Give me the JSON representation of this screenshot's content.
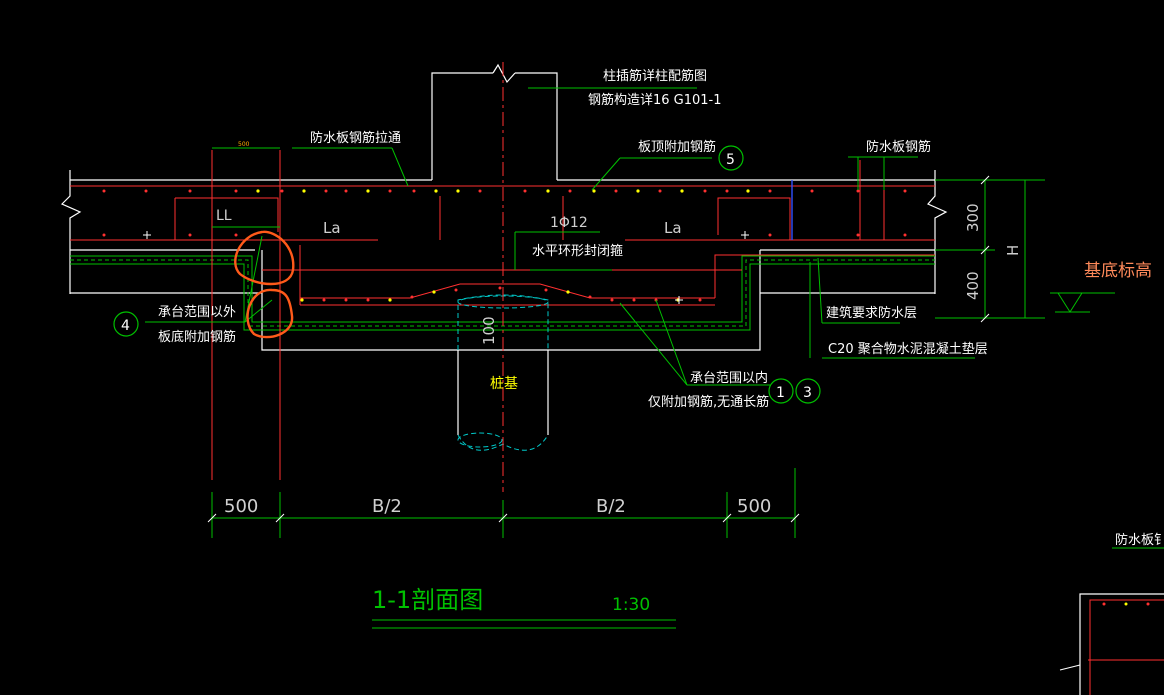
{
  "labels": {
    "column_note_1": "柱插筋详柱配筋图",
    "column_note_2": "钢筋构造详16 G101-1",
    "slab_rebar_through": "防水板钢筋拉通",
    "slab_top_extra": "板顶附加钢筋",
    "circle_5": "5",
    "waterproof_slab_rebar": "防水板钢筋",
    "dim_top_500": "500",
    "LL": "LL",
    "La_left": "La",
    "stirrup_top": "1Φ12",
    "stirrup_bottom": "水平环形封闭箍",
    "La_right": "La",
    "dim_300": "300",
    "dim_H": "H",
    "dim_400": "400",
    "base_elevation": "基底标高",
    "circle_4": "4",
    "outside_cap_1": "承台范围以外",
    "outside_cap_2": "板底附加钢筋",
    "dim_100": "100",
    "pile": "桩基",
    "waterproof_layer": "建筑要求防水层",
    "cushion": "C20 聚合物水泥混凝土垫层",
    "inside_cap_1": "承台范围以内",
    "inside_cap_2": "仅附加钢筋,无通长筋",
    "circle_1": "1",
    "circle_3": "3",
    "dim_500_left": "500",
    "dim_B2_left": "B/2",
    "dim_B2_right": "B/2",
    "dim_500_right": "500",
    "section_title": "1-1剖面图",
    "scale": "1:30",
    "edge_label": "防水板钅"
  },
  "colors": {
    "background": "#000000",
    "outline": "#ffffff",
    "rebar": "#ff3030",
    "leader": "#00c000",
    "dash": "#00c8c8",
    "accent": "#ffff00",
    "markup": "#ff5a1a",
    "dimtext": "#d0d0d0",
    "elevation": "#ff8a5a"
  }
}
